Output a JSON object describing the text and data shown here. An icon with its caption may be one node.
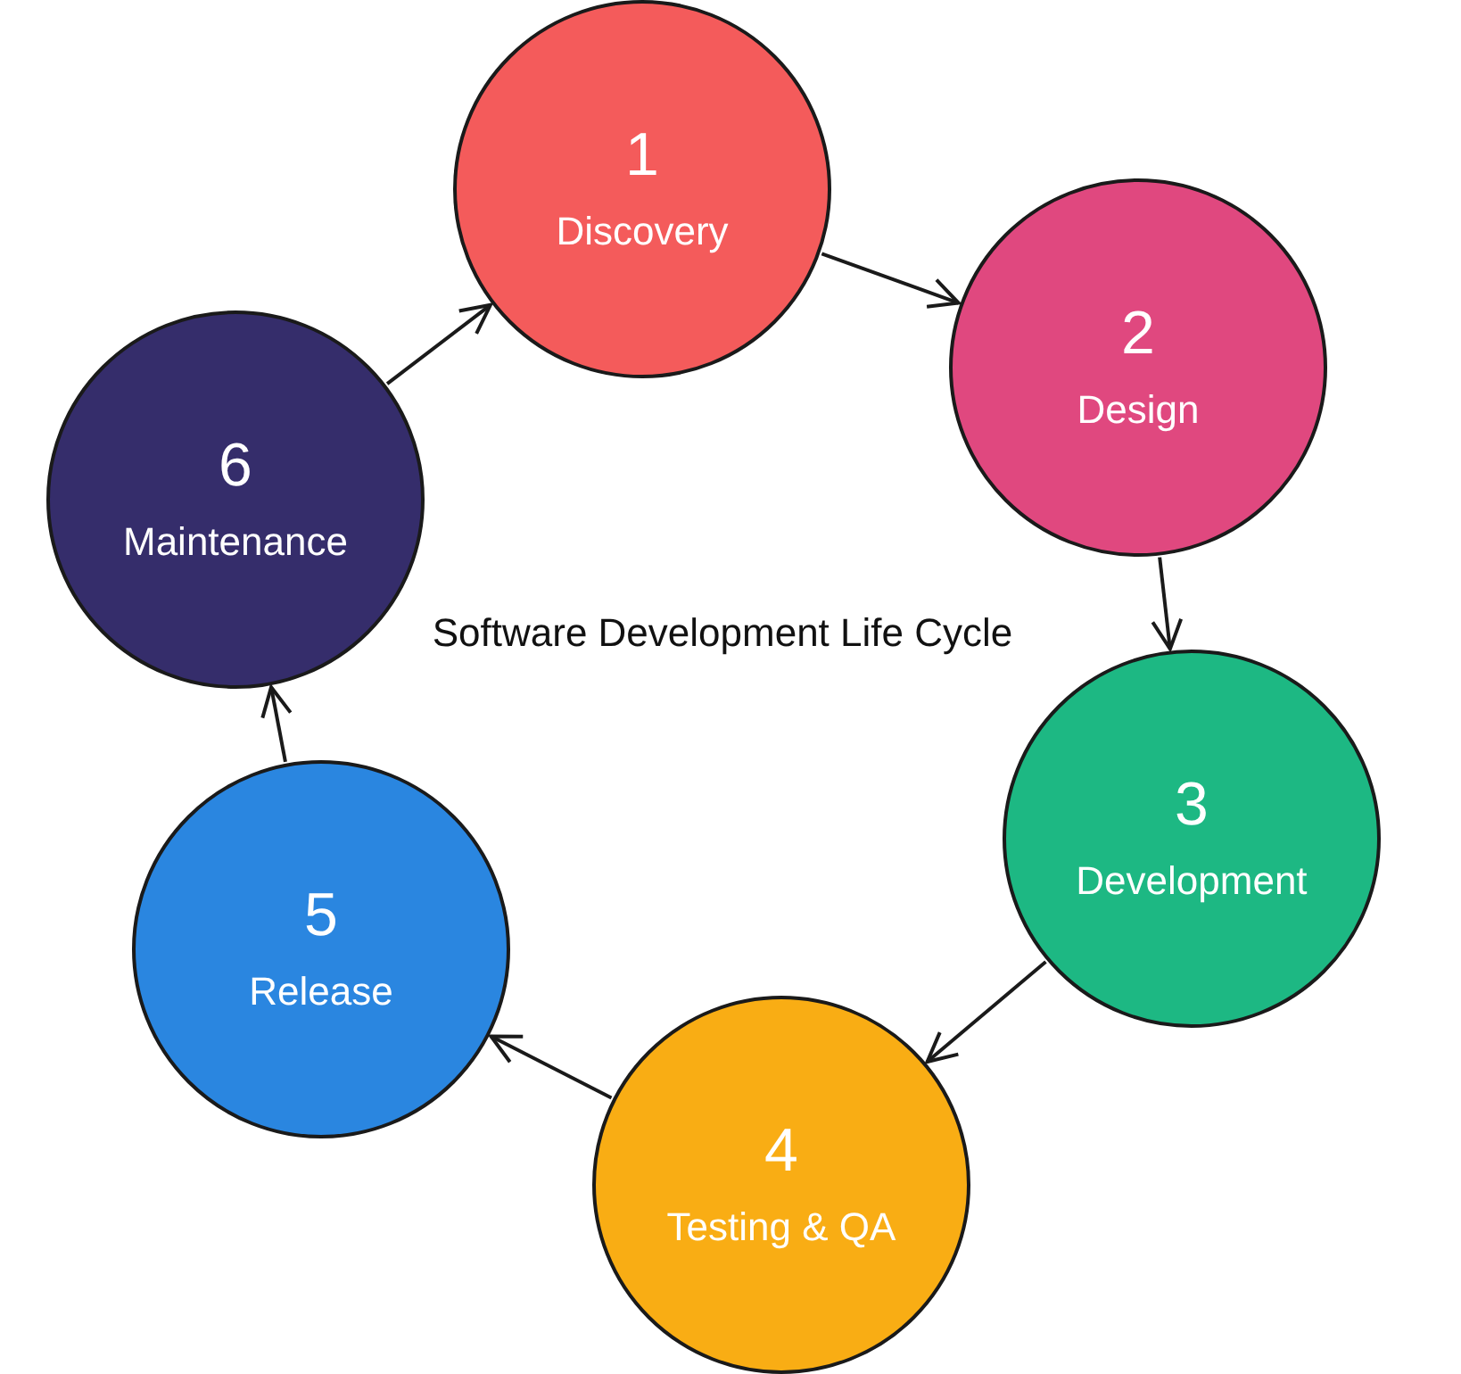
{
  "diagram": {
    "title": "Software Development Life Cycle",
    "nodes": [
      {
        "text": [
          "1",
          "Discovery"
        ]
      },
      {
        "text": [
          "2",
          "Design"
        ]
      },
      {
        "text": [
          "3",
          "Development"
        ]
      },
      {
        "text": [
          "4",
          "Testing & QA"
        ]
      },
      {
        "text": [
          "5",
          "Release"
        ]
      },
      {
        "text": [
          "6",
          "Maintenance"
        ]
      }
    ],
    "edges": [
      {
        "from": 0,
        "to": 1,
        "arrow": "to"
      },
      {
        "from": 1,
        "to": 2,
        "arrow": "to"
      },
      {
        "from": 2,
        "to": 3,
        "arrow": "to"
      },
      {
        "from": 3,
        "to": 4,
        "arrow": "to"
      },
      {
        "from": 4,
        "to": 5,
        "arrow": "to"
      },
      {
        "from": 5,
        "to": 0,
        "arrow": "to"
      }
    ]
  }
}
